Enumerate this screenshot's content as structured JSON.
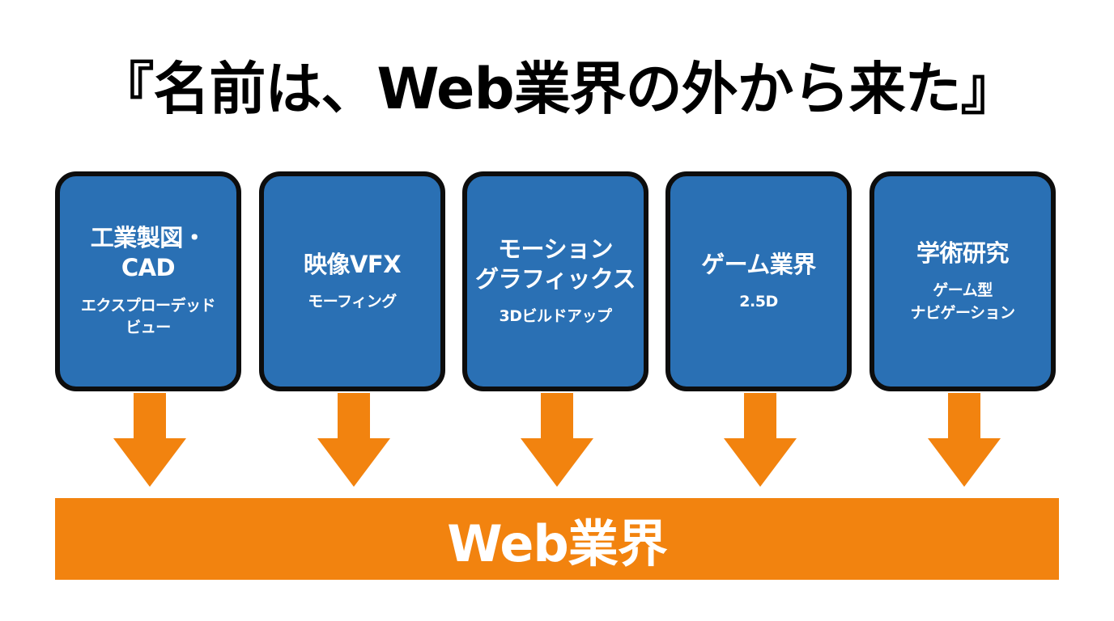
{
  "title": "『名前は、Web業界の外から来た』",
  "colors": {
    "box_fill": "#2a70b4",
    "box_border": "#0d0d0d",
    "arrow": "#f2830f",
    "target_fill": "#f2830f",
    "text_on_dark": "#ffffff"
  },
  "sources": [
    {
      "label": "工業製図・\nCAD",
      "detail": "エクスプローデッド\nビュー"
    },
    {
      "label": "映像VFX",
      "detail": "モーフィング"
    },
    {
      "label": "モーション\nグラフィックス",
      "detail": "3Dビルドアップ"
    },
    {
      "label": "ゲーム業界",
      "detail": "2.5D"
    },
    {
      "label": "学術研究",
      "detail": "ゲーム型\nナビゲーション"
    }
  ],
  "target": {
    "label": "Web業界"
  }
}
